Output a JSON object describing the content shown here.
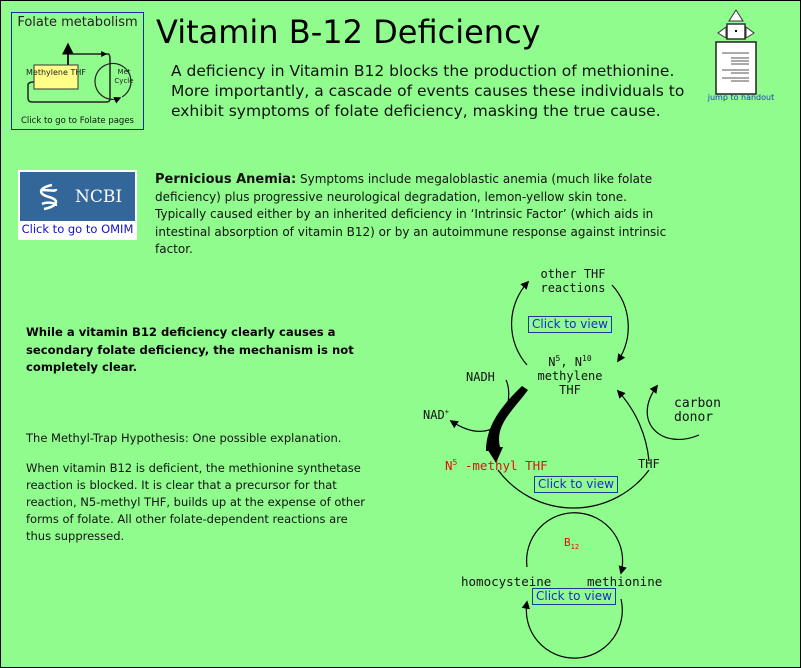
{
  "folate_box": {
    "title": "Folate metabolism",
    "node": "Methylene THF",
    "cycle": "Met Cycle",
    "link": "Click to go to Folate pages"
  },
  "title": "Vitamin B-12 Deficiency",
  "intro": "A deficiency in Vitamin B12 blocks the production of methionine. More importantly, a cascade of events causes these individuals to exhibit symptoms of folate deficiency, masking the true cause.",
  "handout": {
    "label": "jump to handout"
  },
  "ncbi": {
    "logo": "NCBI",
    "link": "Click to go to OMIM"
  },
  "pernicious": {
    "heading": "Pernicious Anemia:",
    "body": " Symptoms include megaloblastic anemia (much like folate deficiency) plus progressive neurological degradation, lemon-yellow skin tone. Typically caused either by an inherited deficiency in ‘Intrinsic Factor’ (which aids in intestinal absorption of vitamin B12) or by an autoimmune response against intrinsic factor."
  },
  "bold_note": "While a vitamin B12 deficiency clearly causes a secondary folate deficiency, the mechanism is not completely clear.",
  "hypothesis": {
    "title": "The Methyl-Trap Hypothesis:  One possible explanation.",
    "body": "When vitamin B12 is deficient, the methionine synthetase reaction is blocked. It is clear that a precursor for that reaction, N5-methyl THF, builds up at the expense of other forms of folate. All other folate-dependent  reactions are thus suppressed."
  },
  "diagram": {
    "other1": "other THF",
    "other2": "reactions",
    "view": "Click to view",
    "n5n10": "N",
    "sup5": "5",
    "comma": ", N",
    "sup10": "10",
    "methylene": "methylene",
    "thf_top": "THF",
    "nadh": "NADH",
    "nad": "NAD",
    "nadplus": "+",
    "carbon1": "carbon",
    "carbon2": "donor",
    "methyl_n": "N",
    "methyl_sup": "5",
    "methyl_rest": " -methyl THF",
    "thf": "THF",
    "b": "B",
    "b_sub": "12",
    "homocysteine": "homocysteine",
    "methionine": "methionine",
    "red": "#e01010"
  }
}
